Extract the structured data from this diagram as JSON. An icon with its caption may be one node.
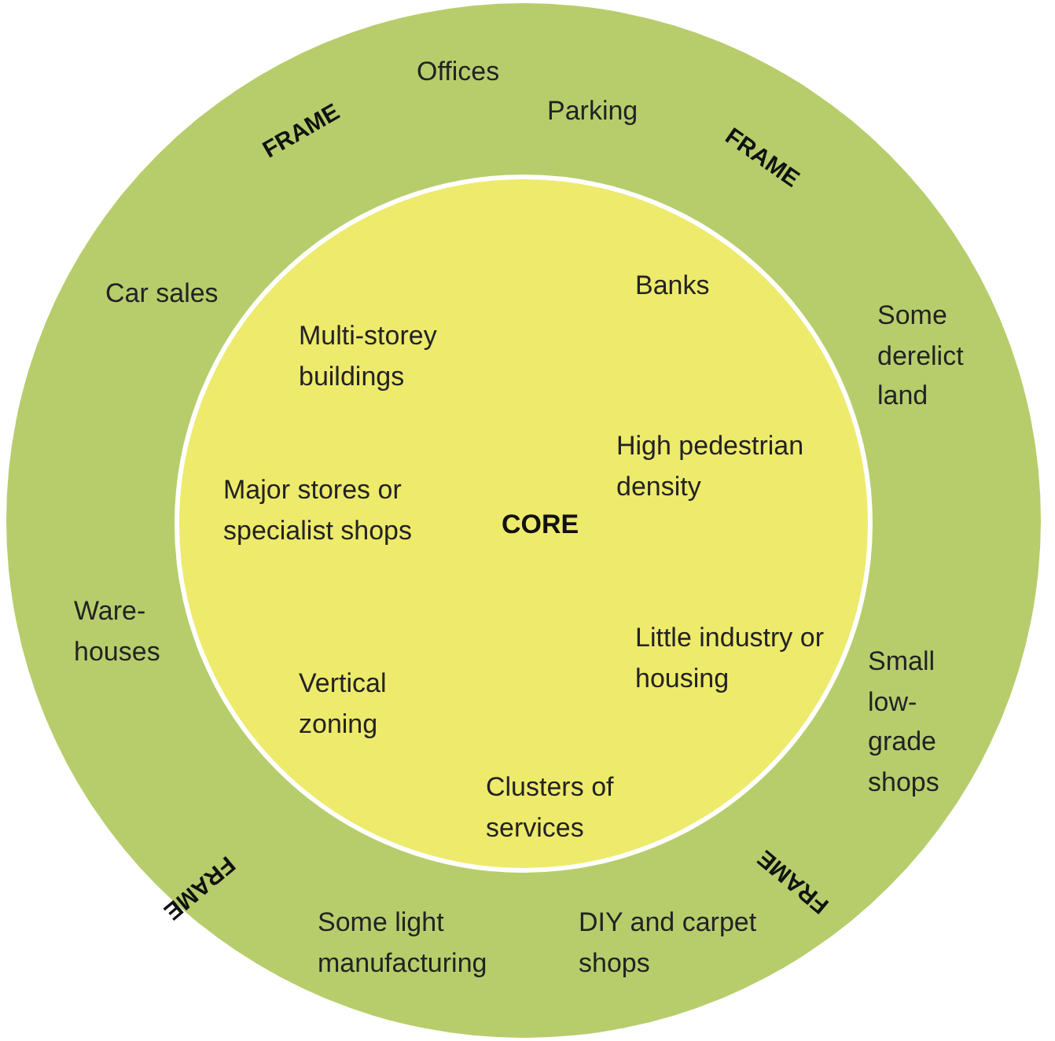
{
  "diagram": {
    "nodes": [
      {
        "text": [
          "FRAME",
          "FRAME",
          "FRAME",
          "FRAME"
        ]
      },
      {
        "text": [
          "CORE"
        ],
        "in": 0
      }
    ],
    "labels": [
      "Offices",
      "Parking",
      "Car sales",
      "Banks",
      "Some derelict land",
      "Multi-storey buildings",
      "High pedestrian density",
      "Major stores or specialist shops",
      "Ware-houses",
      "Little industry or housing",
      "Small low-grade shops",
      "Vertical zoning",
      "Clusters of services",
      "Some light manufacturing",
      "DIY and carpet shops"
    ]
  }
}
